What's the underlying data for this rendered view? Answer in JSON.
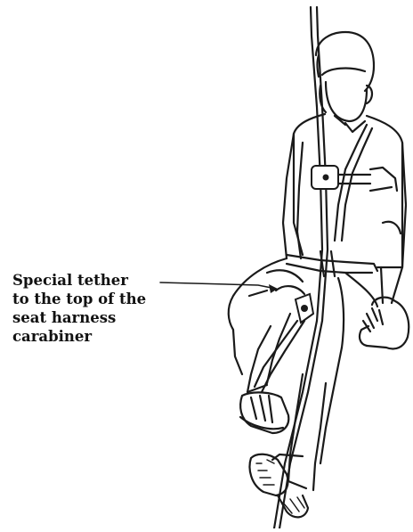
{
  "callout": {
    "lines": [
      "Special tether",
      "to the top of the",
      "seat harness",
      "carabiner"
    ]
  }
}
